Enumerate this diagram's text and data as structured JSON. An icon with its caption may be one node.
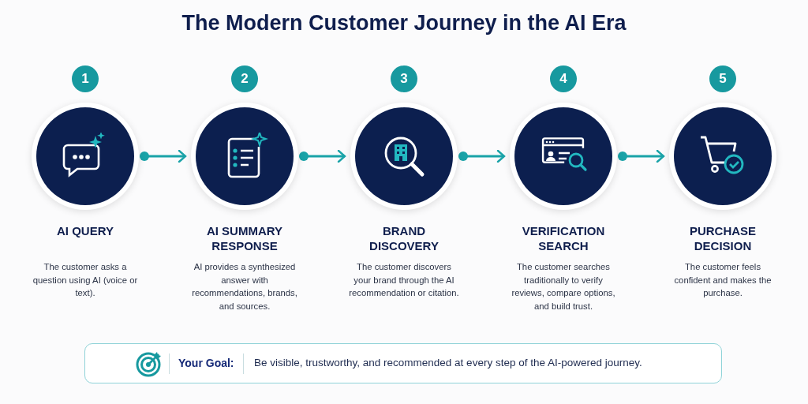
{
  "diagram": {
    "title": "The Modern Customer Journey in the AI Era",
    "nodes": [
      {
        "text": [
          "AI QUERY",
          "The customer asks a question using AI (voice or text)."
        ],
        "beside": [
          "1"
        ]
      },
      {
        "text": [
          "AI SUMMARY RESPONSE",
          "AI provides a synthesized answer with recommendations, brands, and sources."
        ],
        "beside": [
          "2"
        ]
      },
      {
        "text": [
          "BRAND DISCOVERY",
          "The customer discovers your brand through the AI recommendation or citation."
        ],
        "beside": [
          "3"
        ]
      },
      {
        "text": [
          "VERIFICATION SEARCH",
          "The customer searches traditionally to verify reviews, compare options, and build trust."
        ],
        "beside": [
          "4"
        ]
      },
      {
        "text": [
          "PURCHASE DECISION",
          "The customer feels confident and makes the purchase."
        ],
        "beside": [
          "5"
        ]
      },
      {
        "text": [
          "Your Goal:",
          "Be visible, trustworthy, and recommended at every step of the AI-powered journey."
        ]
      }
    ],
    "edges": [
      {
        "from": 0,
        "to": 1,
        "arrow": "to"
      },
      {
        "from": 1,
        "to": 2,
        "arrow": "to"
      },
      {
        "from": 2,
        "to": 3,
        "arrow": "to"
      },
      {
        "from": 3,
        "to": 4,
        "arrow": "to"
      }
    ]
  }
}
